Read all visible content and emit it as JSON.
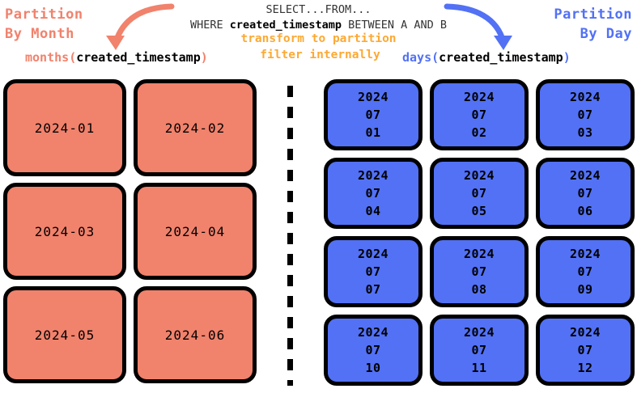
{
  "header": {
    "left_title": "Partition\nBy Month",
    "right_title": "Partition\nBy Day",
    "sql_line1": "SELECT...FROM...",
    "sql_line2_prefix": "WHERE ",
    "sql_line2_column": "created_timestamp",
    "sql_line2_suffix": " BETWEEN A AND B",
    "note_line1": "transform to partition",
    "note_line2": "filter internally",
    "left_fn_name": "months",
    "left_fn_open": "(",
    "left_fn_arg": "created_timestamp",
    "left_fn_close": ")",
    "right_fn_name": "days",
    "right_fn_open": "(",
    "right_fn_arg": "created_timestamp",
    "right_fn_close": ")"
  },
  "colors": {
    "salmon": "#F1826C",
    "blue": "#5271F5",
    "orange": "#FCA934",
    "outline": "#000000",
    "sql_text": "#333333"
  },
  "month_partitions": [
    {
      "label": "2024-01"
    },
    {
      "label": "2024-02"
    },
    {
      "label": "2024-03"
    },
    {
      "label": "2024-04"
    },
    {
      "label": "2024-05"
    },
    {
      "label": "2024-06"
    }
  ],
  "day_partitions": [
    {
      "year": "2024",
      "month": "07",
      "day": "01"
    },
    {
      "year": "2024",
      "month": "07",
      "day": "02"
    },
    {
      "year": "2024",
      "month": "07",
      "day": "03"
    },
    {
      "year": "2024",
      "month": "07",
      "day": "04"
    },
    {
      "year": "2024",
      "month": "07",
      "day": "05"
    },
    {
      "year": "2024",
      "month": "07",
      "day": "06"
    },
    {
      "year": "2024",
      "month": "07",
      "day": "07"
    },
    {
      "year": "2024",
      "month": "07",
      "day": "08"
    },
    {
      "year": "2024",
      "month": "07",
      "day": "09"
    },
    {
      "year": "2024",
      "month": "07",
      "day": "10"
    },
    {
      "year": "2024",
      "month": "07",
      "day": "11"
    },
    {
      "year": "2024",
      "month": "07",
      "day": "12"
    }
  ],
  "icons": {
    "left_arrow": "curved-arrow-down-left-icon",
    "right_arrow": "curved-arrow-down-right-icon",
    "divider": "vertical-dashed-divider-icon"
  }
}
